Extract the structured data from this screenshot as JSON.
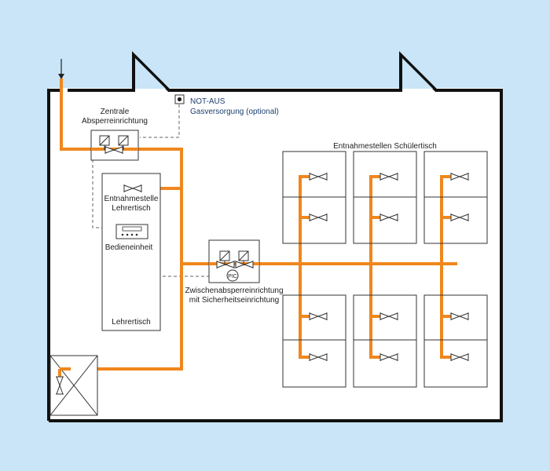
{
  "labels": {
    "central_shutoff_line1": "Zentrale",
    "central_shutoff_line2": "Absperreinrichtung",
    "emergency_stop_line1": "NOT-AUS",
    "emergency_stop_line2": "Gasversorgung (optional)",
    "teacher_outlet_line1": "Entnahmestelle",
    "teacher_outlet_line2": "Lehrertisch",
    "control_unit": "Bedieneinheit",
    "teacher_table": "Lehrertisch",
    "intermediate_shutoff_line1": "Zwischenabsperreinrichtung",
    "intermediate_shutoff_line2": "mit Sicherheitseinrichtung",
    "student_outlets": "Entnahmestellen Schülertisch",
    "pic": "PIC"
  },
  "colors": {
    "background": "#c9e5f7",
    "gas_line": "#f0871d",
    "room_wall": "#111111",
    "signal_line": "#666666",
    "label_text": "#1e1e1e",
    "label_text_blue": "#1c3f6e"
  },
  "icons": {
    "valve": "bowtie-valve-icon",
    "solenoid": "solenoid-valve-icon",
    "emergency_button": "emergency-stop-icon",
    "gas_cabinet": "gas-cylinder-cabinet-icon",
    "inlet": "arrow-down-icon"
  }
}
